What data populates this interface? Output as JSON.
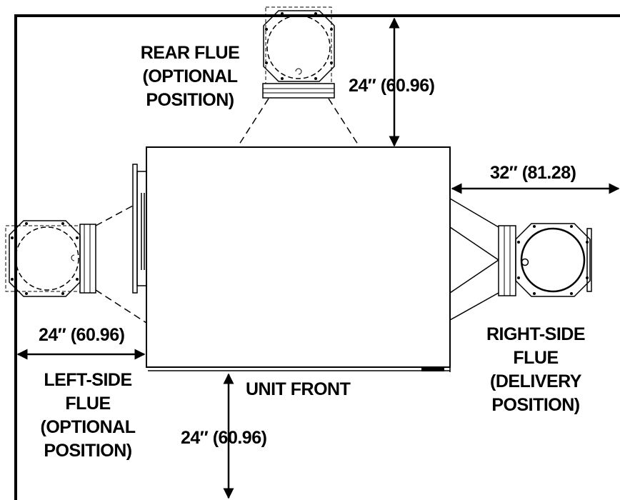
{
  "flues": {
    "rear": {
      "line1": "REAR FLUE",
      "line2": "(OPTIONAL",
      "line3": "POSITION)"
    },
    "left": {
      "line1": "LEFT-SIDE",
      "line2": "FLUE",
      "line3": "(OPTIONAL",
      "line4": "POSITION)"
    },
    "right": {
      "line1": "RIGHT-SIDE",
      "line2": "FLUE",
      "line3": "(DELIVERY",
      "line4": "POSITION)"
    }
  },
  "clearances": {
    "rear": "24″ (60.96)",
    "right": "32″ (81.28)",
    "left": "24″ (60.96)",
    "front": "24″ (60.96)"
  },
  "unit_front_label": "UNIT FRONT"
}
